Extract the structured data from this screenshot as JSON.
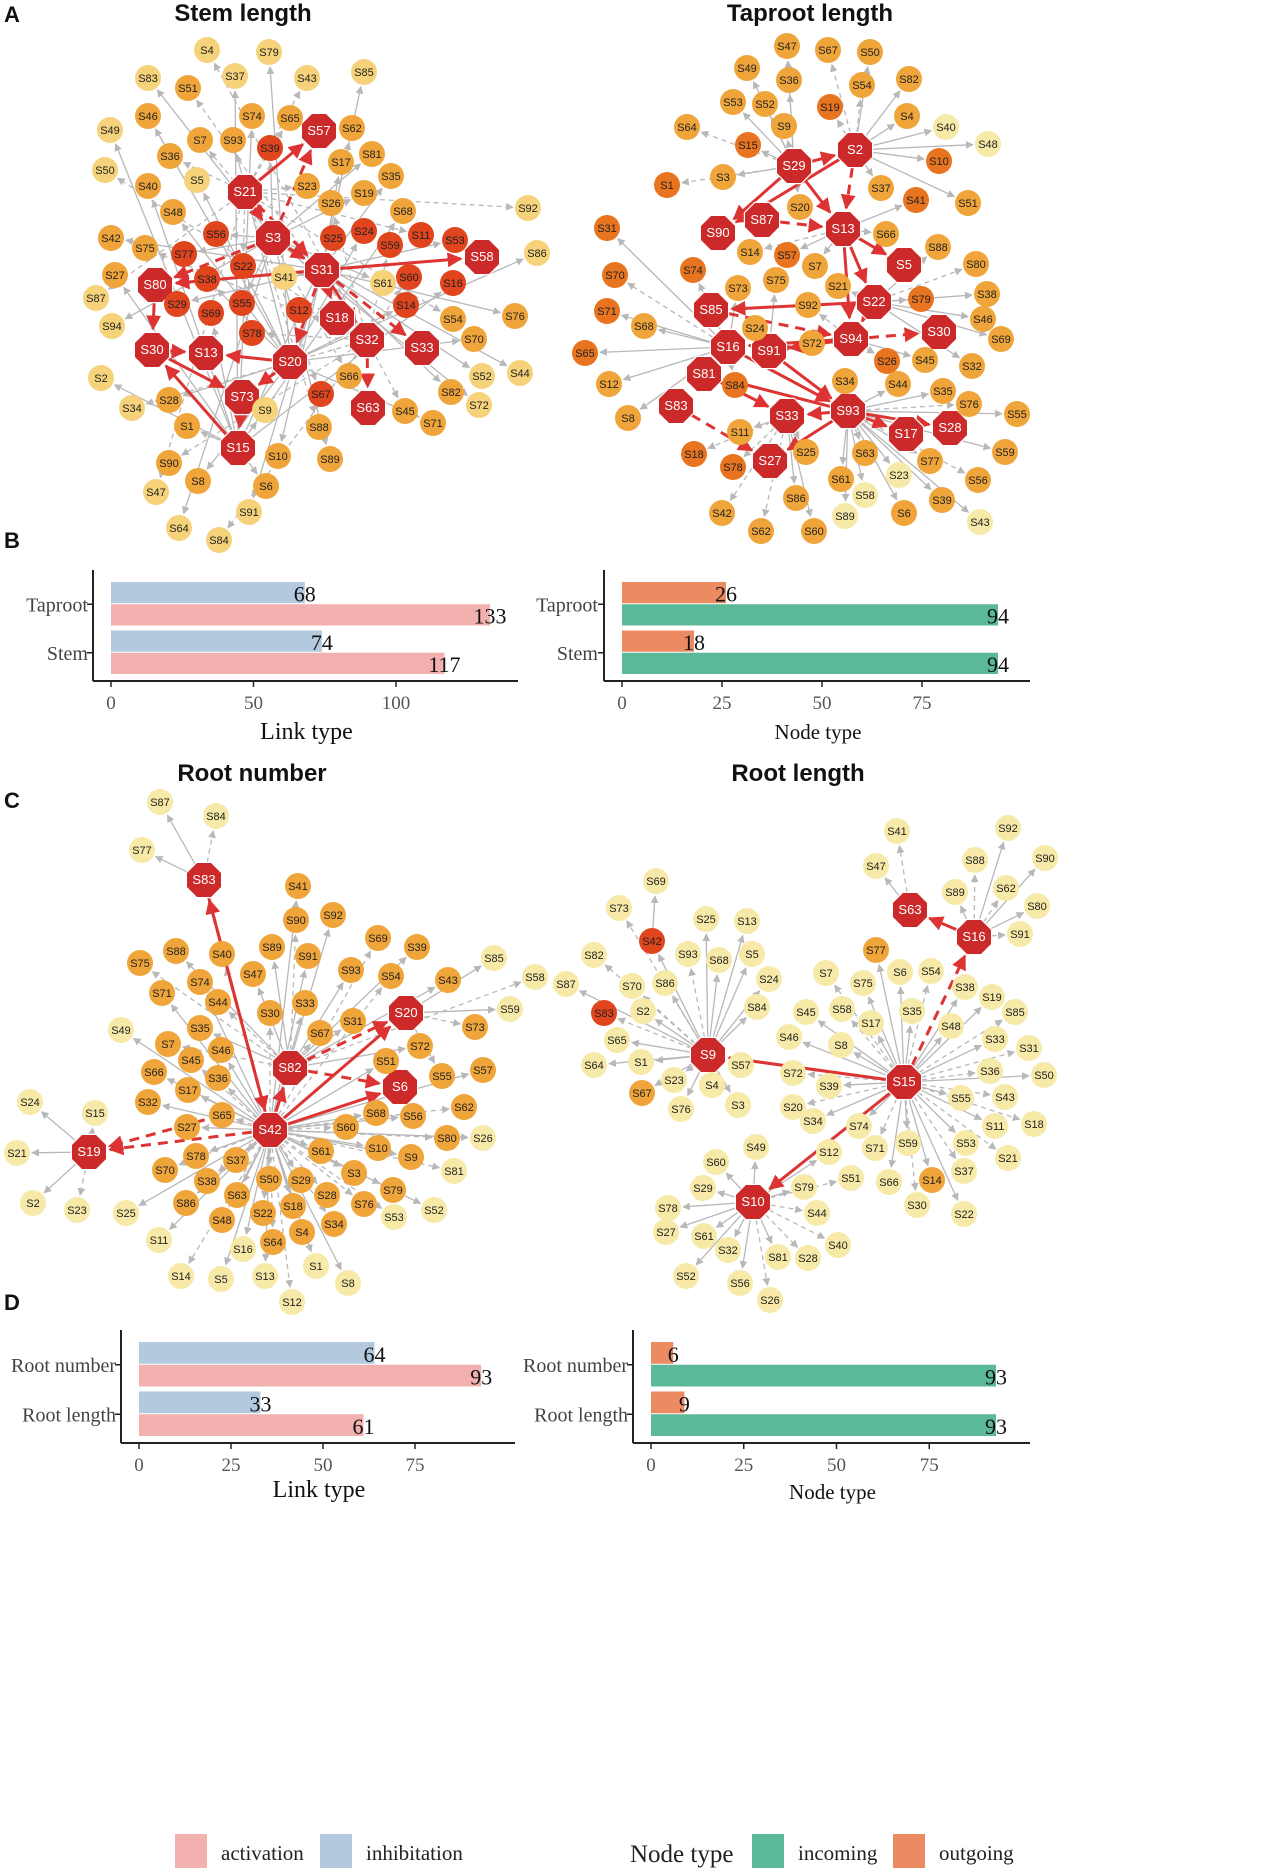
{
  "panels": {
    "A": {
      "letter": "A",
      "left_title": "Stem length",
      "right_title": "Taproot length"
    },
    "B": {
      "letter": "B"
    },
    "C": {
      "letter": "C",
      "left_title": "Root number",
      "right_title": "Root  length"
    },
    "D": {
      "letter": "D"
    }
  },
  "colors": {
    "hub": "#cc2a2a",
    "high": "#e0451e",
    "mid_high": "#e8741f",
    "mid": "#f0a53a",
    "low": "#f6d37a",
    "pale": "#f7eaa8",
    "edge": "#b8b8b8",
    "red_edge": "#dd3333",
    "activation": "#f2b0ae",
    "inhibition": "#b3c9de",
    "incoming": "#5bb99a",
    "outgoing": "#ec8a62"
  },
  "networks": {
    "stem_length": {
      "hubs": [
        "S21",
        "S57",
        "S3",
        "S31",
        "S80",
        "S30",
        "S13",
        "S20",
        "S73",
        "S15",
        "S58",
        "S18",
        "S32",
        "S33",
        "S63"
      ],
      "nodes_high": [
        "S39",
        "S24",
        "S25",
        "S56",
        "S77",
        "S22",
        "S38",
        "S29",
        "S55",
        "S69",
        "S78",
        "S12",
        "S59",
        "S11",
        "S53",
        "S60",
        "S16",
        "S14",
        "S67"
      ],
      "nodes_mid": [
        "S23",
        "S26",
        "S17",
        "S19",
        "S65",
        "S62",
        "S7",
        "S93",
        "S36",
        "S40",
        "S48",
        "S42",
        "S75",
        "S27",
        "S68",
        "S35",
        "S81",
        "S54",
        "S66",
        "S76",
        "S70",
        "S71",
        "S45",
        "S82",
        "S88",
        "S89",
        "S28",
        "S10",
        "S6",
        "S8",
        "S90",
        "S1",
        "S74",
        "S51",
        "S46"
      ],
      "nodes_pale": [
        "S4",
        "S79",
        "S37",
        "S43",
        "S85",
        "S83",
        "S49",
        "S50",
        "S5",
        "S87",
        "S94",
        "S2",
        "S34",
        "S9",
        "S41",
        "S61",
        "S92",
        "S86",
        "S47",
        "S64",
        "S84",
        "S91",
        "S44",
        "S52",
        "S72"
      ]
    },
    "taproot_length": {
      "hubs": [
        "S2",
        "S29",
        "S90",
        "S87",
        "S13",
        "S85",
        "S5",
        "S22",
        "S94",
        "S30",
        "S16",
        "S91",
        "S81",
        "S83",
        "S93",
        "S33",
        "S17",
        "S28",
        "S27"
      ],
      "nodes_pale": [
        "S40",
        "S48",
        "S23",
        "S58",
        "S89",
        "S43"
      ]
    },
    "root_number": {
      "hubs": [
        "S83",
        "S82",
        "S42",
        "S20",
        "S6",
        "S19"
      ]
    },
    "root_length": {
      "hubs": [
        "S9",
        "S15",
        "S10",
        "S16",
        "S63"
      ],
      "nodes_orange": [
        "S42",
        "S83",
        "S77",
        "S67",
        "S14"
      ]
    }
  },
  "chart_data": [
    {
      "type": "bar",
      "xlabel": "Link type",
      "categories": [
        "Taproot",
        "Stem"
      ],
      "series": [
        {
          "name": "inhibitation",
          "values": [
            68,
            74
          ]
        },
        {
          "name": "activation",
          "values": [
            133,
            117
          ]
        }
      ],
      "xticks": [
        "0",
        "50",
        "100"
      ],
      "xlim": [
        0,
        140
      ]
    },
    {
      "type": "bar",
      "xlabel": "Node type",
      "categories": [
        "Taproot",
        "Stem"
      ],
      "series": [
        {
          "name": "outgoing",
          "values": [
            26,
            18
          ]
        },
        {
          "name": "incoming",
          "values": [
            94,
            94
          ]
        }
      ],
      "xticks": [
        "0",
        "25",
        "50",
        "75"
      ],
      "xlim": [
        0,
        100
      ]
    },
    {
      "type": "bar",
      "xlabel": "Link type",
      "categories": [
        "Root number",
        "Root length"
      ],
      "series": [
        {
          "name": "inhibitation",
          "values": [
            64,
            33
          ]
        },
        {
          "name": "activation",
          "values": [
            93,
            61
          ]
        }
      ],
      "xticks": [
        "0",
        "25",
        "50",
        "75"
      ],
      "xlim": [
        0,
        100
      ]
    },
    {
      "type": "bar",
      "xlabel": "Node type",
      "categories": [
        "Root number",
        "Root length"
      ],
      "series": [
        {
          "name": "outgoing",
          "values": [
            6,
            9
          ]
        },
        {
          "name": "incoming",
          "values": [
            93,
            93
          ]
        }
      ],
      "xticks": [
        "0",
        "25",
        "50",
        "75"
      ],
      "xlim": [
        0,
        100
      ]
    }
  ],
  "legend": {
    "link_items": [
      {
        "label": "activation",
        "color": "#f2b0ae"
      },
      {
        "label": "inhibitation",
        "color": "#b3c9de"
      }
    ],
    "node_title": "Node type",
    "node_items": [
      {
        "label": "incoming",
        "color": "#5bb99a"
      },
      {
        "label": "outgoing",
        "color": "#ec8a62"
      }
    ]
  }
}
